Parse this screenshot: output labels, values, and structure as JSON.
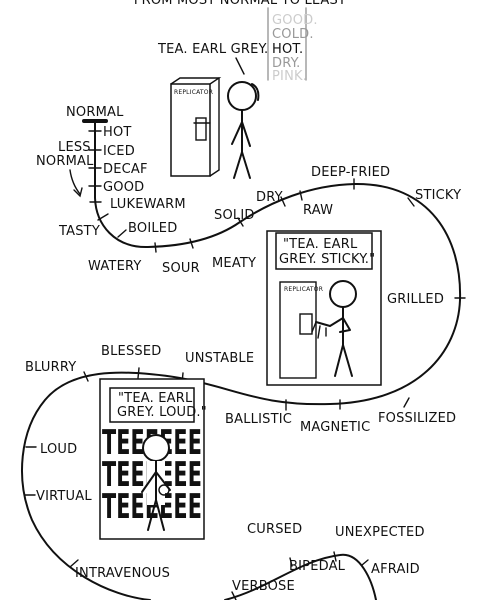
{
  "header": {
    "cut_text": "FROM MOST NORMAL TO LEAST"
  },
  "panel_top": {
    "speech": "TEA. EARL GREY.",
    "options": [
      "GOOD.",
      "COLD.",
      "HOT.",
      "DRY.",
      "PINK."
    ],
    "replicator_label": "REPLICATOR"
  },
  "scale": {
    "normal_label": "NORMAL",
    "less_normal_label_line1": "LESS",
    "less_normal_label_line2": "NORMAL"
  },
  "items": {
    "hot": "HOT",
    "iced": "ICED",
    "decaf": "DECAF",
    "good": "GOOD",
    "lukewarm": "LUKEWARM",
    "tasty": "TASTY",
    "boiled": "BOILED",
    "watery": "WATERY",
    "sour": "SOUR",
    "meaty": "MEATY",
    "solid": "SOLID",
    "dry": "DRY",
    "raw": "RAW",
    "deep_fried": "DEEP-FRIED",
    "sticky": "STICKY",
    "grilled": "GRILLED",
    "fossilized": "FOSSILIZED",
    "magnetic": "MAGNETIC",
    "ballistic": "BALLISTIC",
    "unstable": "UNSTABLE",
    "blessed": "BLESSED",
    "blurry": "BLURRY",
    "loud": "LOUD",
    "virtual": "VIRTUAL",
    "intravenous": "INTRAVENOUS",
    "verbose": "VERBOSE",
    "cursed": "CURSED",
    "bipedal": "BIPEDAL",
    "unexpected": "UNEXPECTED",
    "afraid": "AFRAID"
  },
  "panel_sticky": {
    "caption_line1": "\"TEA. EARL",
    "caption_line2": "GREY. STICKY.\"",
    "replicator_label": "REPLICATOR"
  },
  "panel_loud": {
    "caption_line1": "\"TEA. EARL",
    "caption_line2": "GREY. LOUD.\"",
    "noise_text": "TEEEEEE"
  }
}
